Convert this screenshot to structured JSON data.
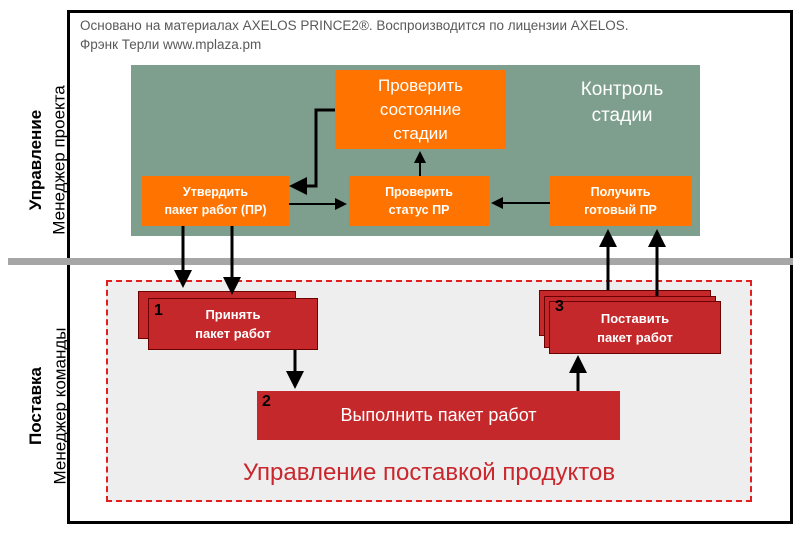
{
  "credit": {
    "line1": "Основано на материалах AXELOS PRINCE2®. Воспроизводится по лицензии AXELOS.",
    "line2": "Фрэнк Терли www.mplaza.pm"
  },
  "lanes": {
    "top": {
      "title": "Управление",
      "role": "Менеджер проекта"
    },
    "bottom": {
      "title": "Поставка",
      "role": "Менеджер команды"
    }
  },
  "control": {
    "label_line1": "Контроль",
    "label_line2": "стадии",
    "check_stage": {
      "line1": "Проверить",
      "line2": "состояние",
      "line3": "стадии"
    },
    "approve": {
      "line1": "Утвердить",
      "line2": "пакет работ (ПР)"
    },
    "check_status": {
      "line1": "Проверить",
      "line2": "статус ПР"
    },
    "receive": {
      "line1": "Получить",
      "line2": "готовый ПР"
    }
  },
  "delivery": {
    "accept": {
      "number": "1",
      "line1": "Принять",
      "line2": "пакет работ"
    },
    "execute": {
      "number": "2",
      "label": "Выполнить пакет работ"
    },
    "deliver": {
      "number": "3",
      "line1": "Поставить",
      "line2": "пакет работ"
    },
    "footer": "Управление поставкой продуктов"
  },
  "colors": {
    "control_bg": "#7f9f8e",
    "orange": "#ff7400",
    "red": "#c5282b",
    "dashed_border": "#e02020",
    "divider": "#a6a6a6"
  }
}
